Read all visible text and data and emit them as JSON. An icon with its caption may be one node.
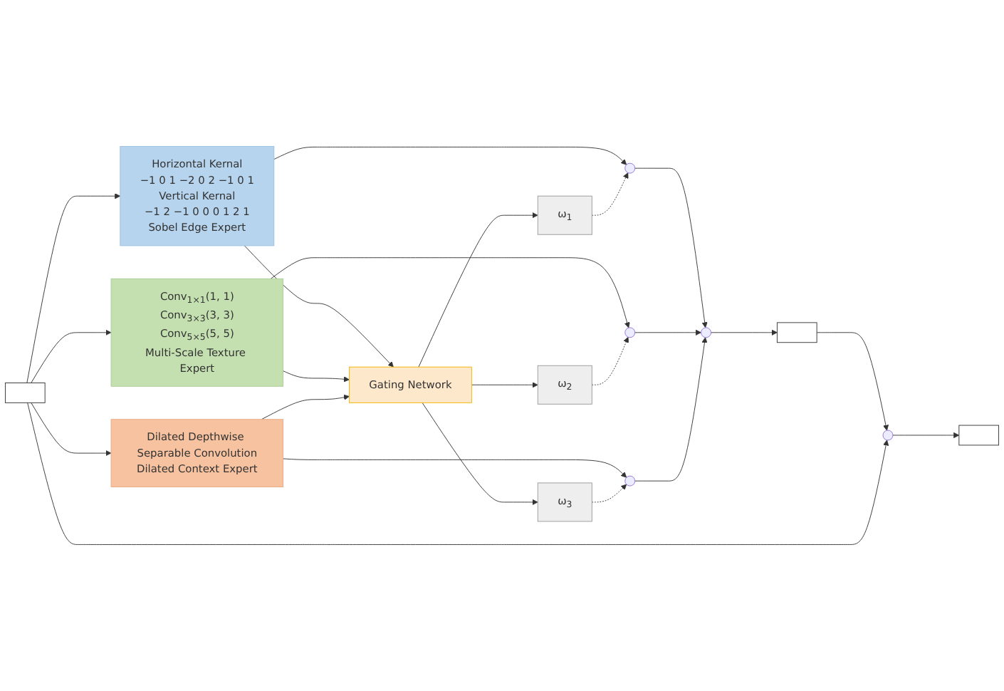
{
  "diagram": {
    "nodes": [
      {
        "text": [],
        "shape": "box"
      },
      {
        "text": [
          "Horizontal Kernal",
          "−1 0 1 −2 0 2 −1 0 1",
          "Vertical Kernal",
          "−1 2 −1 0 0 0 1 2 1",
          "Sobel Edge Expert"
        ]
      },
      {
        "text": [
          "Conv$_{1×1}$(1, 1)",
          "Conv$_{3×3}$(3, 3)",
          "Conv$_{5×5}$(5, 5)",
          "Multi-Scale Texture Expert"
        ]
      },
      {
        "text": [
          "Dilated Depthwise Separable Convolution",
          "Dilated Context Expert"
        ]
      },
      {
        "text": [
          "Gating Network"
        ]
      },
      {
        "text": [
          "ω$_{1}$"
        ]
      },
      {
        "text": [
          "ω$_{2}$"
        ]
      },
      {
        "text": [
          "ω$_{3}$"
        ]
      },
      {
        "text": [],
        "shape": "circle"
      },
      {
        "text": [],
        "shape": "circle"
      },
      {
        "text": [],
        "shape": "circle"
      },
      {
        "text": [],
        "shape": "circle"
      },
      {
        "text": [],
        "shape": "box"
      },
      {
        "text": [],
        "shape": "circle"
      },
      {
        "text": [],
        "shape": "box"
      }
    ],
    "edges": [
      {
        "from": 0,
        "to": 1,
        "arrow": "to"
      },
      {
        "from": 0,
        "to": 2,
        "arrow": "to"
      },
      {
        "from": 0,
        "to": 3,
        "arrow": "to"
      },
      {
        "from": 1,
        "to": 4,
        "arrow": "to"
      },
      {
        "from": 2,
        "to": 4,
        "arrow": "to"
      },
      {
        "from": 3,
        "to": 4,
        "arrow": "to"
      },
      {
        "from": 4,
        "to": 5,
        "arrow": "to"
      },
      {
        "from": 4,
        "to": 6,
        "arrow": "to"
      },
      {
        "from": 4,
        "to": 7,
        "arrow": "to"
      },
      {
        "from": 1,
        "to": 8,
        "arrow": "to"
      },
      {
        "from": 2,
        "to": 9,
        "arrow": "to"
      },
      {
        "from": 3,
        "to": 10,
        "arrow": "to"
      },
      {
        "from": 5,
        "to": 8,
        "arrow": "to",
        "style": "dashed"
      },
      {
        "from": 6,
        "to": 9,
        "arrow": "to",
        "style": "dashed"
      },
      {
        "from": 7,
        "to": 10,
        "arrow": "to",
        "style": "dashed"
      },
      {
        "from": 8,
        "to": 11,
        "arrow": "to"
      },
      {
        "from": 9,
        "to": 11,
        "arrow": "to"
      },
      {
        "from": 10,
        "to": 11,
        "arrow": "to"
      },
      {
        "from": 11,
        "to": 12,
        "arrow": "to"
      },
      {
        "from": 12,
        "to": 13,
        "arrow": "to"
      },
      {
        "from": 0,
        "to": 13,
        "arrow": "to"
      },
      {
        "from": 13,
        "to": 14,
        "arrow": "to"
      }
    ]
  }
}
